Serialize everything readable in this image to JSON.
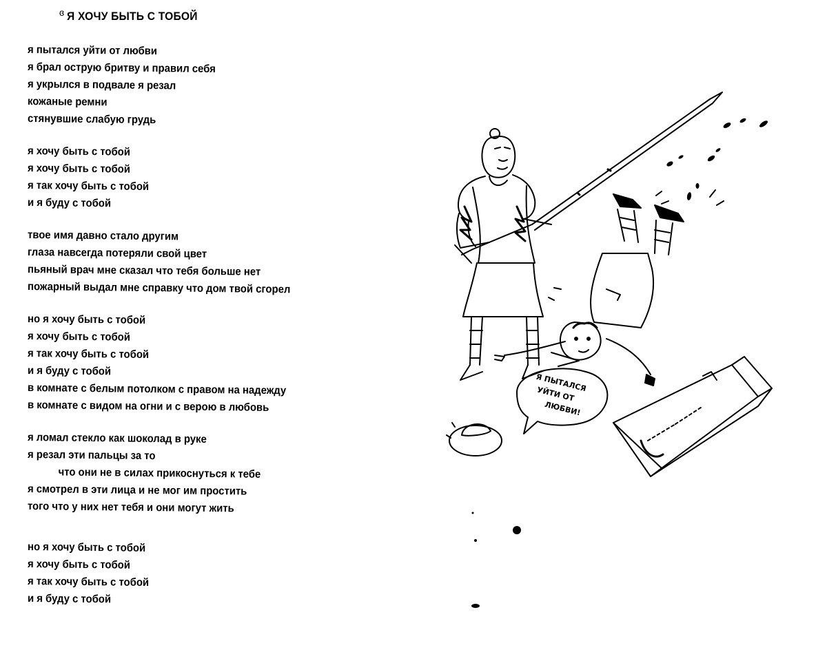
{
  "title": {
    "mark": "ɞ",
    "text": "Я ХОЧУ БЫТЬ С ТОБОЙ"
  },
  "stanzas": [
    {
      "lines": [
        "я пытался уйти от любви",
        "я брал острую бритву и правил себя",
        "я укрылся в подвале я резал",
        "кожаные ремни",
        "стянувшие слабую грудь"
      ]
    },
    {
      "lines": [
        "я хочу быть с тобой",
        "я хочу быть с тобой",
        "я так хочу быть с тобой",
        "и я буду с тобой"
      ]
    },
    {
      "lines": [
        "твое имя давно стало другим",
        "глаза навсегда потеряли свой цвет",
        "пьяный врач мне сказал что тебя больше нет",
        "пожарный выдал мне справку что дом твой сгорел"
      ]
    },
    {
      "lines": [
        "но я хочу быть с тобой",
        "я хочу быть с тобой",
        "я так хочу быть с тобой",
        "и я буду с тобой",
        "в комнате с белым потолком с правом на надежду",
        "в комнате с видом на огни и с верою в любовь"
      ]
    },
    {
      "lines": [
        "я ломал стекло как шоколад в руке",
        "я резал эти пальцы за то",
        "что они не в силах прикоснуться к тебе",
        "я смотрел в эти лица и не мог им простить",
        "того что у них нет тебя и они могут жить"
      ]
    },
    {
      "lines": [
        "но я хочу быть с тобой",
        "я хочу быть с тобой",
        "я так хочу быть с тобой",
        "и я буду с тобой"
      ]
    }
  ],
  "illustration": {
    "speech_bubble": [
      "Я ПЫТАЛСЯ",
      "УЙТИ ОТ",
      "ЛЮБВИ!"
    ],
    "icons": [
      "woman-with-sword-icon",
      "fallen-man-icon",
      "suitcase-icon",
      "hat-icon"
    ]
  }
}
